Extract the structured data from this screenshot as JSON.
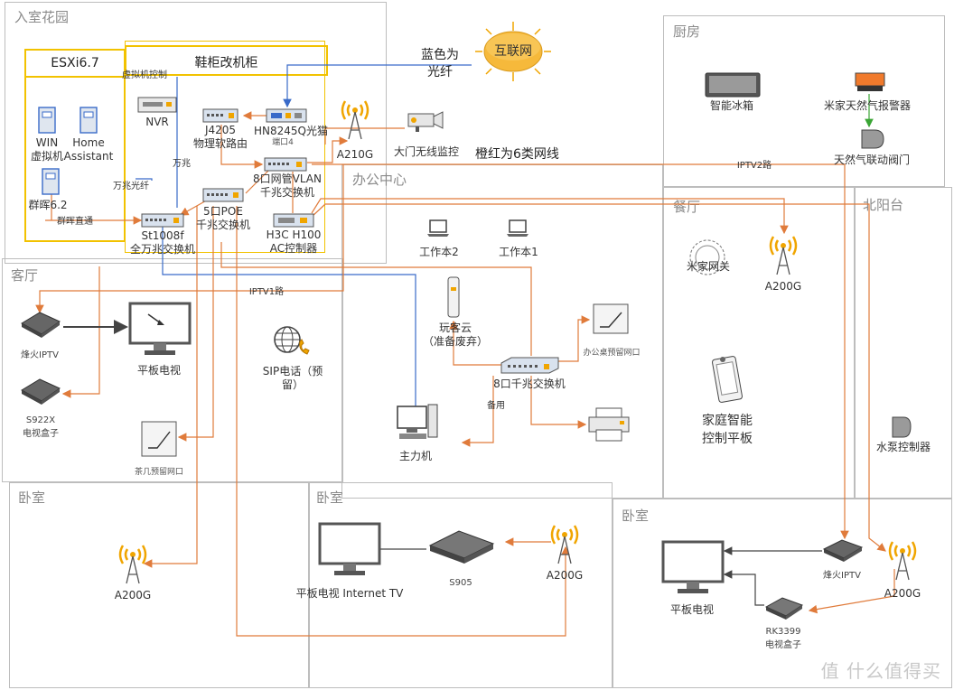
{
  "rooms": {
    "garden": "入室花园",
    "kitchen": "厨房",
    "office": "办公中心",
    "dining": "餐厅",
    "north_balcony": "北阳台",
    "living": "客厅",
    "bedroom_left": "卧室",
    "bedroom_mid": "卧室",
    "bedroom_right": "卧室"
  },
  "cabinet": {
    "esxi_title": "ESXi6.7",
    "cabinet_title": "鞋柜改机柜"
  },
  "devices": {
    "win_vm": "WIN\n虚拟机",
    "home_assistant": "Home\nAssistant",
    "synology": "群晖6.2",
    "nvr": "NVR",
    "j4205": "J4205\n物理软路由",
    "onu": "HN8245Q光猫",
    "switch_8_vlan": "8口网管VLAN\n千兆交换机",
    "poe_switch": "5口POE\n千兆交换机",
    "st1008f": "St1008f\n全万兆交换机",
    "ac_controller": "H3C H100\nAC控制器",
    "a210g": "A210G",
    "door_camera": "大门无线监控",
    "fridge": "智能冰箱",
    "gas_alarm": "米家天然气报警器",
    "gas_valve": "天然气联动阀门",
    "workstation2": "工作本2",
    "workstation1": "工作本1",
    "wankeyun": "玩客云\n（准备废弃）",
    "switch_8_office": "8口千兆交换机",
    "office_port": "办公桌预留网口",
    "printer": "",
    "main_pc": "主力机",
    "mi_gateway": "米家网关",
    "dining_ap": "A200G",
    "tablet_panel": "家庭智能\n控制平板",
    "pump_controller": "水泵控制器",
    "iptv_box_living": "烽火IPTV",
    "living_tv": "平板电视",
    "s922x": "S922X\n电视盒子",
    "sip_phone": "SIP电话（预\n留）",
    "coffee_port": "茶几预留网口",
    "bedroom_left_ap": "A200G",
    "bedroom_mid_tv": "平板电视 Internet TV",
    "s905": "S905",
    "bedroom_mid_ap": "A200G",
    "bedroom_right_tv": "平板电视",
    "bedroom_right_iptv": "烽火IPTV",
    "bedroom_right_ap": "A200G",
    "rk3399": "RK3399\n电视盒子"
  },
  "internet": "互联网",
  "notes": {
    "fiber": "蓝色为\n光纤",
    "cat6": "橙红为6类网线"
  },
  "links": {
    "vm_control": "虚拟机控制",
    "wanzhao": "万兆",
    "port4": "端口4",
    "wanzhao_fiber": "万兆光纤",
    "synology_direct": "群晖直通",
    "iptv1": "IPTV1路",
    "iptv2": "IPTV2路",
    "backup": "备用"
  },
  "watermark": "值 什么值得买",
  "colors": {
    "fiber": "#3a6bc9",
    "cat6": "#e07b3b",
    "cabinet": "#f2c200",
    "internet": "#f6b93b",
    "room_border": "#bdbdbd",
    "ap": "#f0a500"
  }
}
